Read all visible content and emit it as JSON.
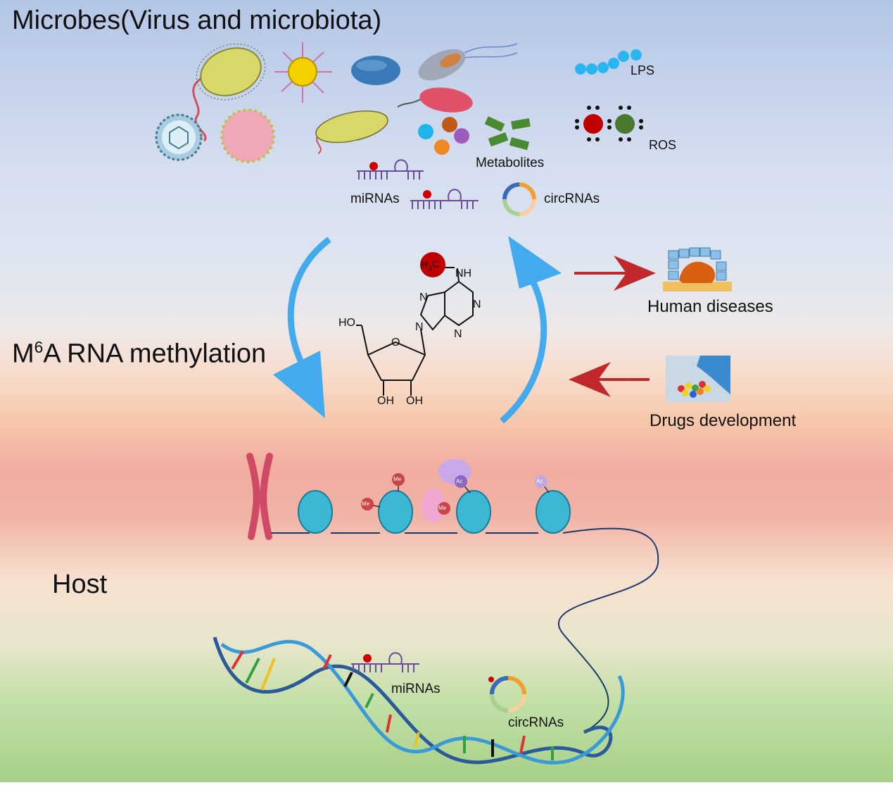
{
  "titles": {
    "microbes": "Microbes(Virus and microbiota)",
    "m6a_prefix": "M",
    "m6a_sup": "6",
    "m6a_suffix": "A RNA methylation",
    "host": "Host"
  },
  "microbe_labels": {
    "lps": "LPS",
    "ros": "ROS",
    "metabolites": "Metabolites",
    "mirnas": "miRNAs",
    "circrnas": "circRNAs"
  },
  "outcomes": {
    "human_diseases": "Human diseases",
    "drugs_development": "Drugs development"
  },
  "host_labels": {
    "mirnas": "miRNAs",
    "circrnas": "circRNAs"
  },
  "histone_marks": {
    "me": "Me",
    "ac": "Ac"
  },
  "molecule": {
    "ho": "HO",
    "o": "O",
    "n": "N",
    "nh": "NH",
    "oh": "OH",
    "methyl_h": "H",
    "methyl_sub": "3",
    "methyl_c": "C"
  },
  "colors": {
    "cycle_arrow": "#44aaee",
    "red_arrow": "#c0282c",
    "histone": "#3cb8d4",
    "chromosome": "#d04a66",
    "lps_beads": "#29b6f0",
    "ros_red": "#c00000",
    "ros_green": "#4a7a30"
  }
}
